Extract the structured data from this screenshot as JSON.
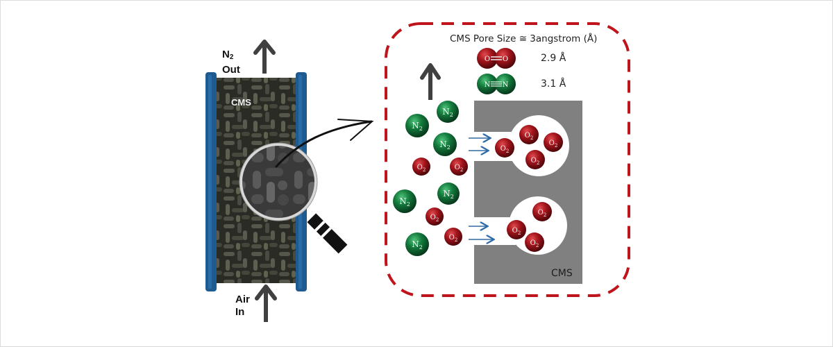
{
  "diagram": {
    "title": "CMS Pore Size ≅ 3angstrom (Å)",
    "column": {
      "top_label_main": "N",
      "top_label_sub": "2",
      "top_label_second": "Out",
      "bottom_label_line1": "Air",
      "bottom_label_line2": "In",
      "material_label": "CMS"
    },
    "legend": [
      {
        "molecule": "O2",
        "atom": "O",
        "bond": "double",
        "size": "2.9 Å",
        "color": "#a3151c"
      },
      {
        "molecule": "N2",
        "atom": "N",
        "bond": "triple",
        "size": "3.1 Å",
        "color": "#137a3c"
      }
    ],
    "cms_block_label": "CMS",
    "molecule_labels": {
      "n2": "N",
      "o2": "O",
      "subscript": "2"
    },
    "colors": {
      "dashed_border": "#c0141c",
      "column_wall": "#1f5b8e",
      "cms_block": "#808080",
      "arrow": "#404040",
      "flow_arrow": "#2e6aa6",
      "o2": "#a3151c",
      "n2": "#137a3c"
    }
  }
}
